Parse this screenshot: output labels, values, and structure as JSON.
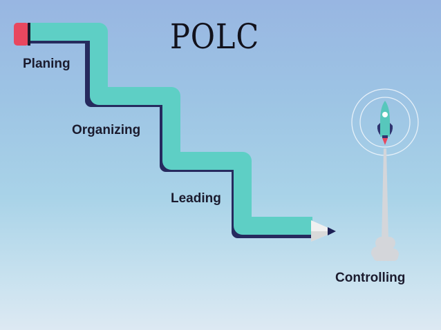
{
  "title": "POLC",
  "steps": [
    "Planing",
    "Organizing",
    "Leading",
    "Controlling"
  ],
  "colors": {
    "pencil_body": "#5ecfc5",
    "pencil_shadow": "#262a5e",
    "eraser": "#e8475f",
    "tip_wood": "#f2f2f2",
    "lead": "#1d2155",
    "rocket_body": "#57c7bc",
    "rocket_fin": "#2f3470",
    "flame": "#e8475f",
    "smoke": "#d4d6da"
  }
}
